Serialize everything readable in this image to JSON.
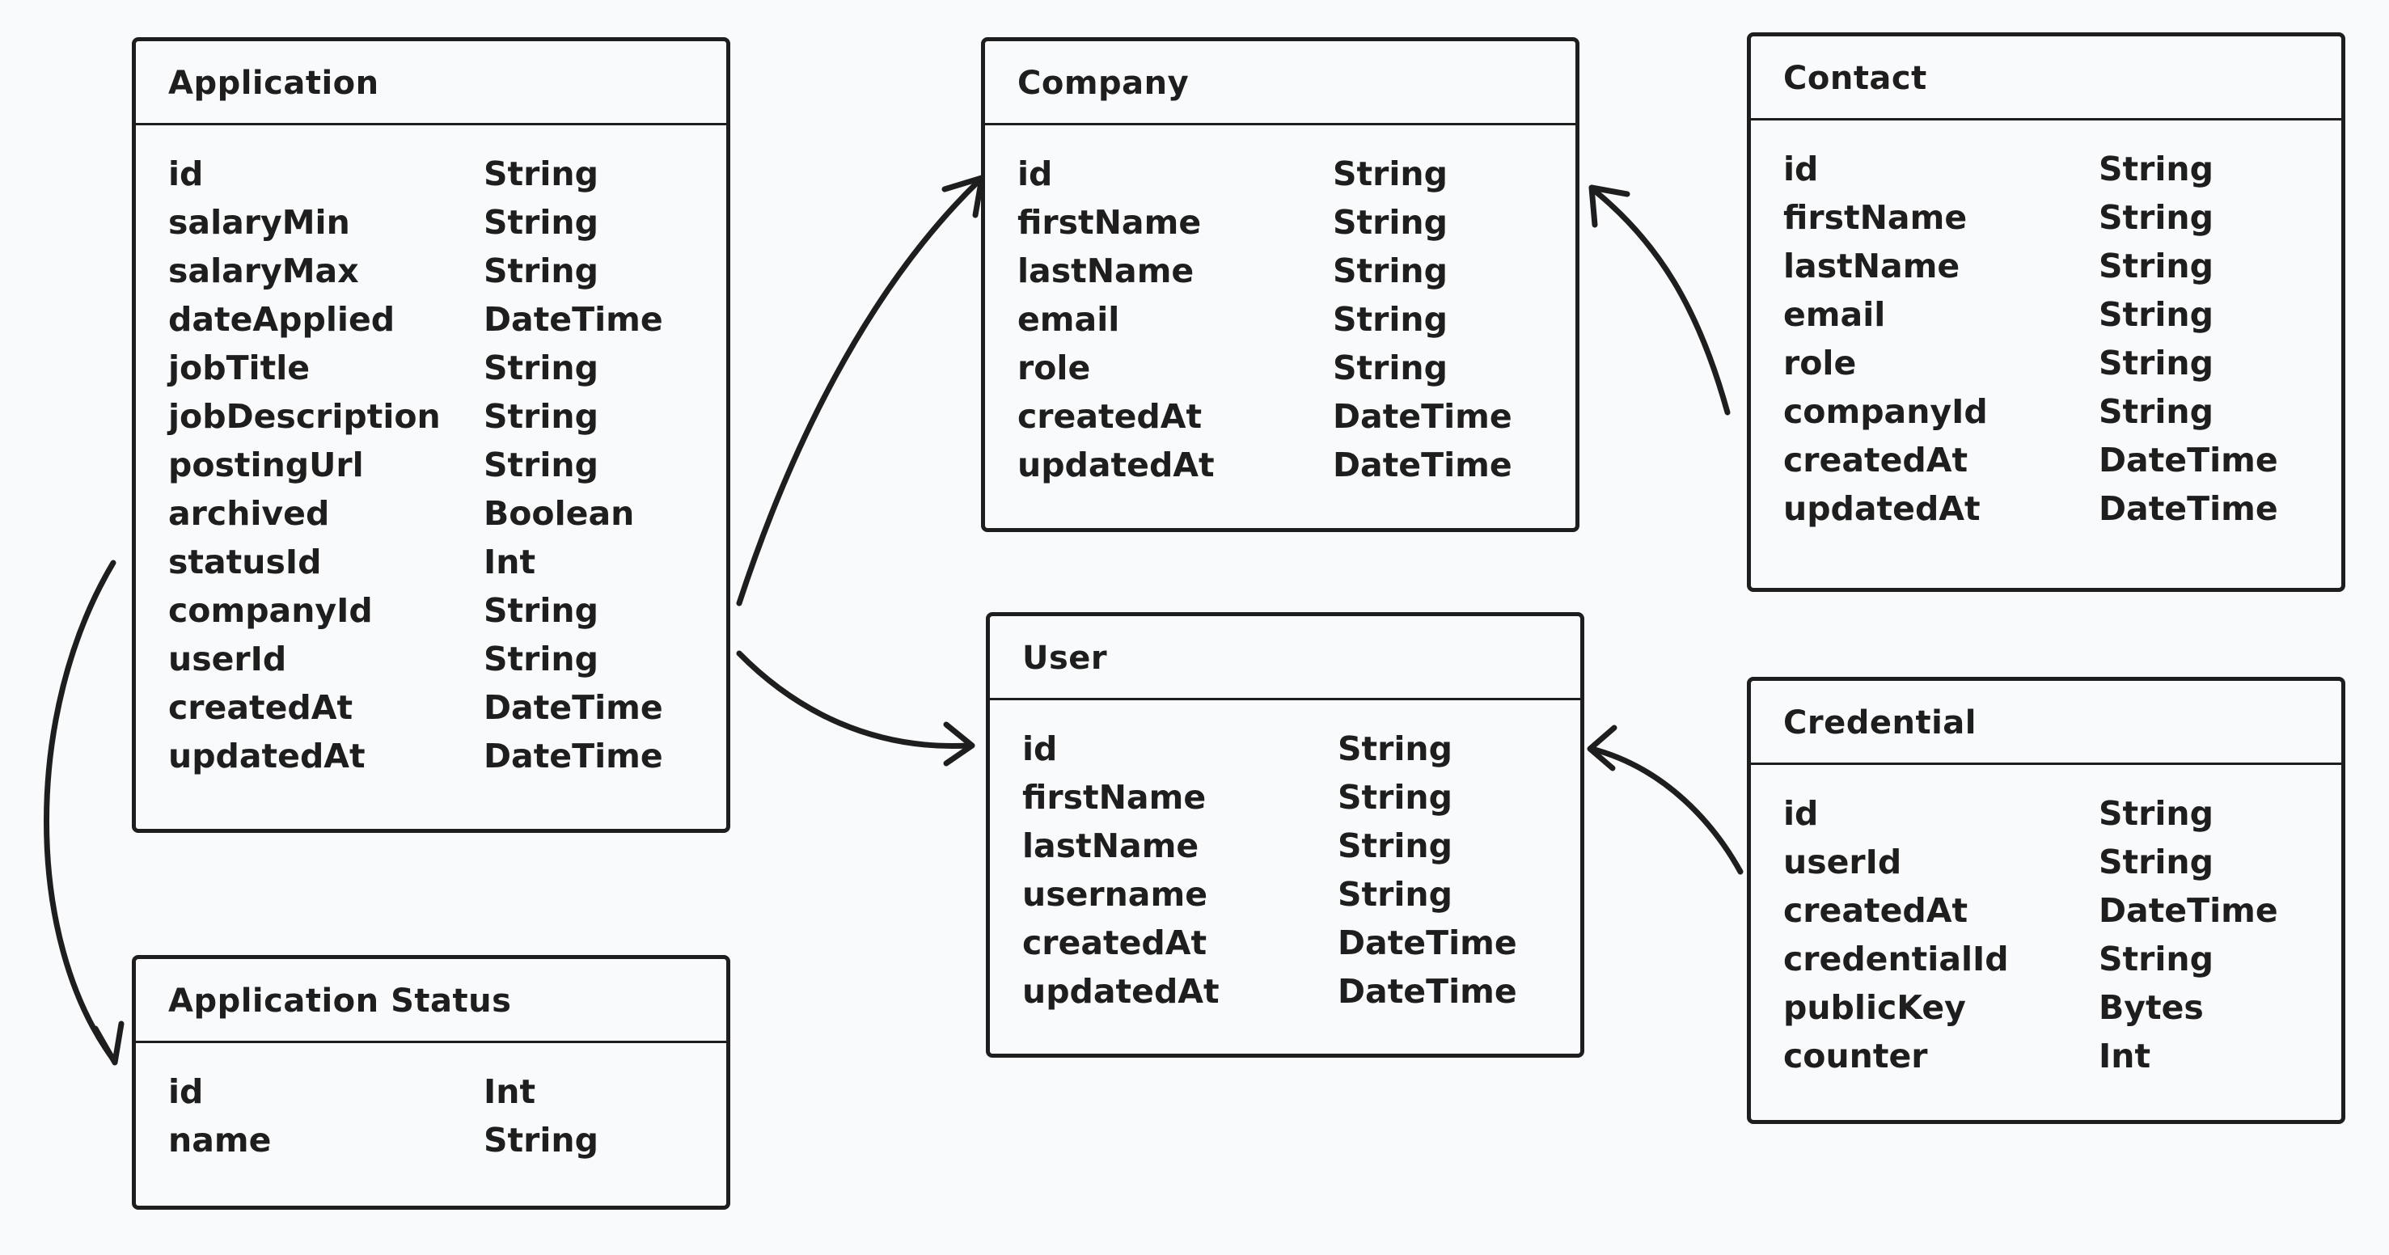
{
  "entities": {
    "application": {
      "name": "Application",
      "fields": [
        {
          "name": "id",
          "type": "String"
        },
        {
          "name": "salaryMin",
          "type": "String"
        },
        {
          "name": "salaryMax",
          "type": "String"
        },
        {
          "name": "dateApplied",
          "type": "DateTime"
        },
        {
          "name": "jobTitle",
          "type": "String"
        },
        {
          "name": "jobDescription",
          "type": "String"
        },
        {
          "name": "postingUrl",
          "type": "String"
        },
        {
          "name": "archived",
          "type": "Boolean"
        },
        {
          "name": "statusId",
          "type": "Int"
        },
        {
          "name": "companyId",
          "type": "String"
        },
        {
          "name": "userId",
          "type": "String"
        },
        {
          "name": "createdAt",
          "type": "DateTime"
        },
        {
          "name": "updatedAt",
          "type": "DateTime"
        }
      ]
    },
    "application_status": {
      "name": "Application Status",
      "fields": [
        {
          "name": "id",
          "type": "Int"
        },
        {
          "name": "name",
          "type": "String"
        }
      ]
    },
    "company": {
      "name": "Company",
      "fields": [
        {
          "name": "id",
          "type": "String"
        },
        {
          "name": "firstName",
          "type": "String"
        },
        {
          "name": "lastName",
          "type": "String"
        },
        {
          "name": "email",
          "type": "String"
        },
        {
          "name": "role",
          "type": "String"
        },
        {
          "name": "createdAt",
          "type": "DateTime"
        },
        {
          "name": "updatedAt",
          "type": "DateTime"
        }
      ]
    },
    "user": {
      "name": "User",
      "fields": [
        {
          "name": "id",
          "type": "String"
        },
        {
          "name": "firstName",
          "type": "String"
        },
        {
          "name": "lastName",
          "type": "String"
        },
        {
          "name": "username",
          "type": "String"
        },
        {
          "name": "createdAt",
          "type": "DateTime"
        },
        {
          "name": "updatedAt",
          "type": "DateTime"
        }
      ]
    },
    "contact": {
      "name": "Contact",
      "fields": [
        {
          "name": "id",
          "type": "String"
        },
        {
          "name": "firstName",
          "type": "String"
        },
        {
          "name": "lastName",
          "type": "String"
        },
        {
          "name": "email",
          "type": "String"
        },
        {
          "name": "role",
          "type": "String"
        },
        {
          "name": "companyId",
          "type": "String"
        },
        {
          "name": "createdAt",
          "type": "DateTime"
        },
        {
          "name": "updatedAt",
          "type": "DateTime"
        }
      ]
    },
    "credential": {
      "name": "Credential",
      "fields": [
        {
          "name": "id",
          "type": "String"
        },
        {
          "name": "userId",
          "type": "String"
        },
        {
          "name": "createdAt",
          "type": "DateTime"
        },
        {
          "name": "credentialId",
          "type": "String"
        },
        {
          "name": "publicKey",
          "type": "Bytes"
        },
        {
          "name": "counter",
          "type": "Int"
        }
      ]
    }
  },
  "relations": [
    {
      "from": "Application",
      "to": "Application Status"
    },
    {
      "from": "Application",
      "to": "Company"
    },
    {
      "from": "Application",
      "to": "User"
    },
    {
      "from": "Contact",
      "to": "Company"
    },
    {
      "from": "Credential",
      "to": "User"
    }
  ],
  "colors": {
    "background": "#f9fafb",
    "ink": "#1e1e1e"
  }
}
